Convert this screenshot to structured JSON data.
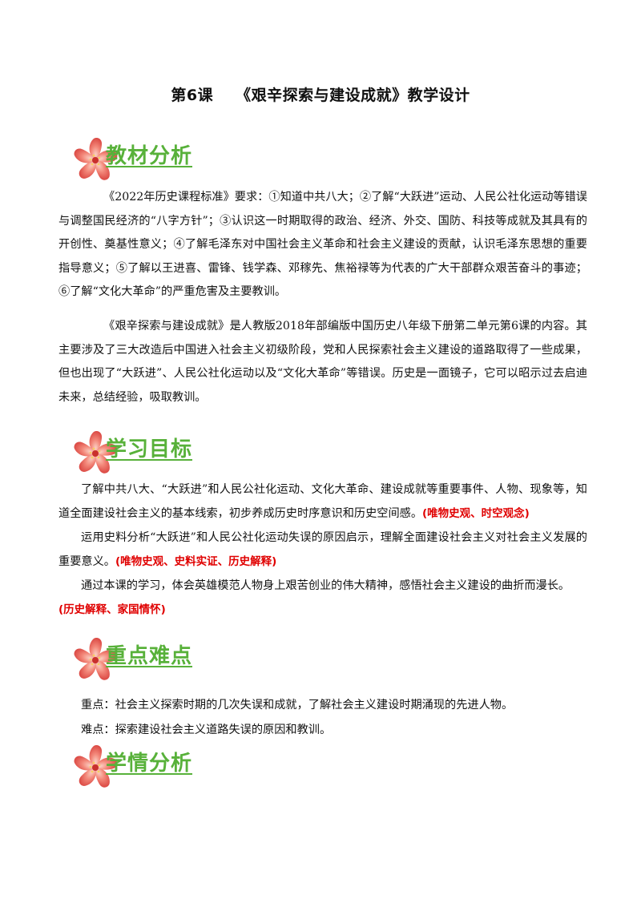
{
  "title": {
    "lesson": "第6课",
    "name": "《艰辛探索与建设成就》教学设计"
  },
  "sections": {
    "analysis": {
      "heading": "教材分析",
      "p1": "《2022年历史课程标准》要求：①知道中共八大；②了解“大跃进”运动、人民公社化运动等错误与调整国民经济的“八字方针”；③认识这一时期取得的政治、经济、外交、国防、科技等成就及其具有的开创性、奠基性意义；④了解毛泽东对中国社会主义革命和社会主义建设的贡献，认识毛泽东思想的重要指导意义；⑤了解以王进喜、雷锋、钱学森、邓稼先、焦裕禄等为代表的广大干部群众艰苦奋斗的事迹；⑥了解“文化大革命”的严重危害及主要教训。",
      "p2": "《艰辛探索与建设成就》是人教版2018年部编版中国历史八年级下册第二单元第6课的内容。其主要涉及了三大改造后中国进入社会主义初级阶段，党和人民探索社会主义建设的道路取得了一些成果，但也出现了“大跃进”、人民公社化运动以及“文化大革命”等错误。历史是一面镜子，它可以昭示过去启迪未来，总结经验，吸取教训。"
    },
    "goals": {
      "heading": "学习目标",
      "g1_text": "了解中共八大、“大跃进”和人民公社化运动、文化大革命、建设成就等重要事件、人物、现象等，知道全面建设社会主义的基本线索，初步养成历史时序意识和历史空间感。",
      "g1_core": "(唯物史观、时空观念)",
      "g2_text": "运用史料分析“大跃进”和人民公社化运动失误的原因启示，理解全面建设社会主义对社会主义发展的重要意义。",
      "g2_core": "(唯物史观、史料实证、历史解释)",
      "g3_text": "通过本课的学习，体会英雄模范人物身上艰苦创业的伟大精神，感悟社会主义建设的曲折而漫长。",
      "g3_core": "(历史解释、家国情怀)"
    },
    "keypoints": {
      "heading": "重点难点",
      "key": "重点：社会主义探索时期的几次失误和成就，了解社会主义建设时期涌现的先进人物。",
      "difficult": "难点：探索建设社会主义道路失误的原因和教训。"
    },
    "learner": {
      "heading": "学情分析"
    }
  }
}
